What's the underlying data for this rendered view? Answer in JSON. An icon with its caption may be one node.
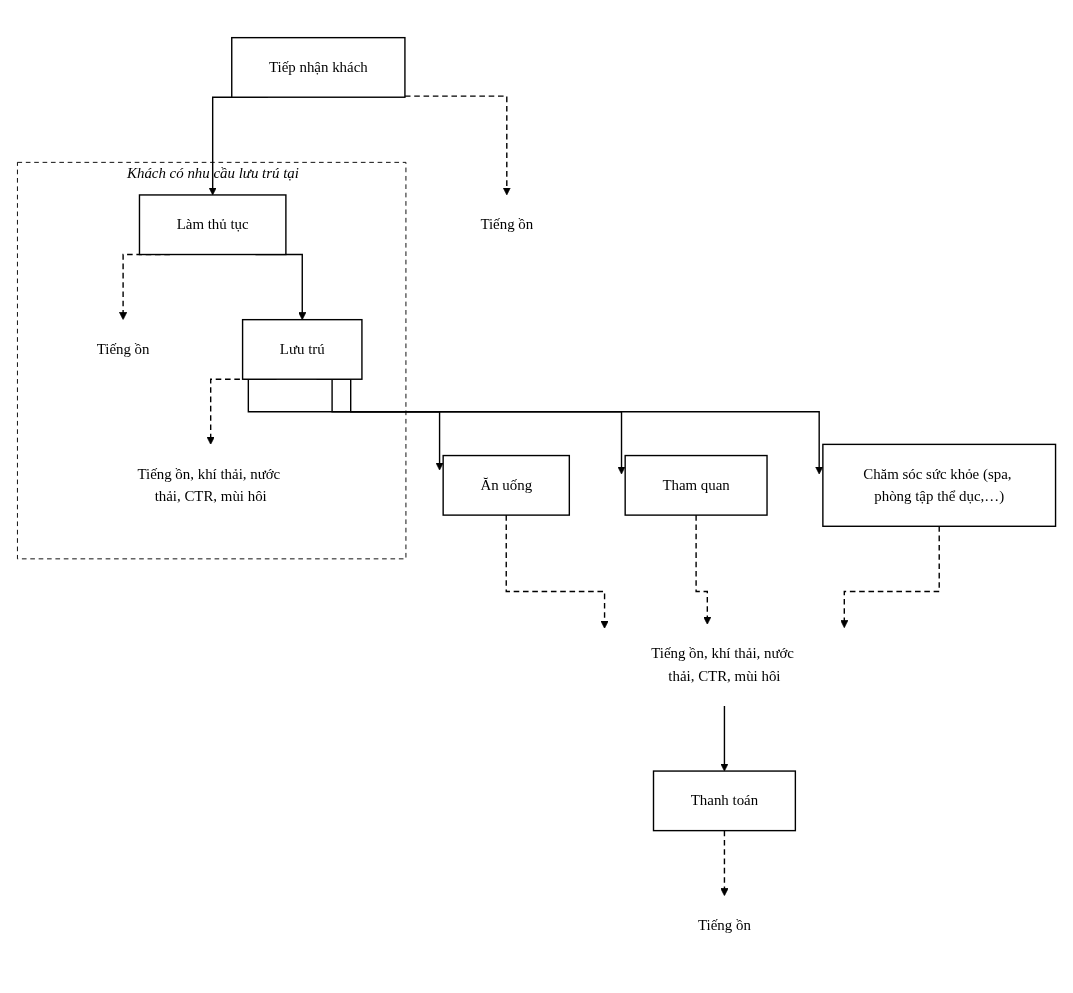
{
  "diagram": {
    "nodes": [
      {
        "text": [
          "Tiếp nhận khách"
        ]
      },
      {
        "text": [
          "Tiếng ồn"
        ]
      },
      {
        "text": [
          "Khách có nhu cầu lưu trú tại"
        ]
      },
      {
        "text": [
          "Làm thủ tục"
        ],
        "in": 2
      },
      {
        "text": [
          "Tiếng ồn"
        ],
        "in": 2
      },
      {
        "text": [
          "Lưu trú"
        ],
        "in": 2
      },
      {
        "text": [
          "Tiếng ồn, khí thải, nước thải, CTR, mùi hôi"
        ],
        "in": 2
      },
      {
        "text": [
          "Ăn uống"
        ]
      },
      {
        "text": [
          "Tham quan"
        ]
      },
      {
        "text": [
          "Chăm sóc sức khỏe (spa, phòng tập thể dục,…)"
        ]
      },
      {
        "text": [
          "Tiếng ồn, khí thải, nước thải, CTR, mùi hôi"
        ]
      },
      {
        "text": [
          "Thanh toán"
        ]
      },
      {
        "text": [
          "Tiếng ồn"
        ]
      }
    ],
    "edges": [
      {
        "from": 0,
        "to": 1,
        "arrow": "to",
        "style": "dashed"
      },
      {
        "from": 0,
        "to": 3,
        "arrow": "to"
      },
      {
        "from": 3,
        "to": 4,
        "arrow": "to",
        "style": "dashed"
      },
      {
        "from": 3,
        "to": 5,
        "arrow": "to"
      },
      {
        "from": 5,
        "to": 6,
        "arrow": "to",
        "style": "dashed"
      },
      {
        "from": 5,
        "to": 7,
        "arrow": "to"
      },
      {
        "from": 5,
        "to": 8,
        "arrow": "to"
      },
      {
        "from": 5,
        "to": 9,
        "arrow": "to"
      },
      {
        "from": 7,
        "to": 10,
        "arrow": "to",
        "style": "dashed"
      },
      {
        "from": 8,
        "to": 10,
        "arrow": "to",
        "style": "dashed"
      },
      {
        "from": 9,
        "to": 10,
        "arrow": "to",
        "style": "dashed"
      },
      {
        "from": 10,
        "to": 11,
        "arrow": "to"
      },
      {
        "from": 11,
        "to": 12,
        "arrow": "to",
        "style": "dashed"
      }
    ]
  }
}
